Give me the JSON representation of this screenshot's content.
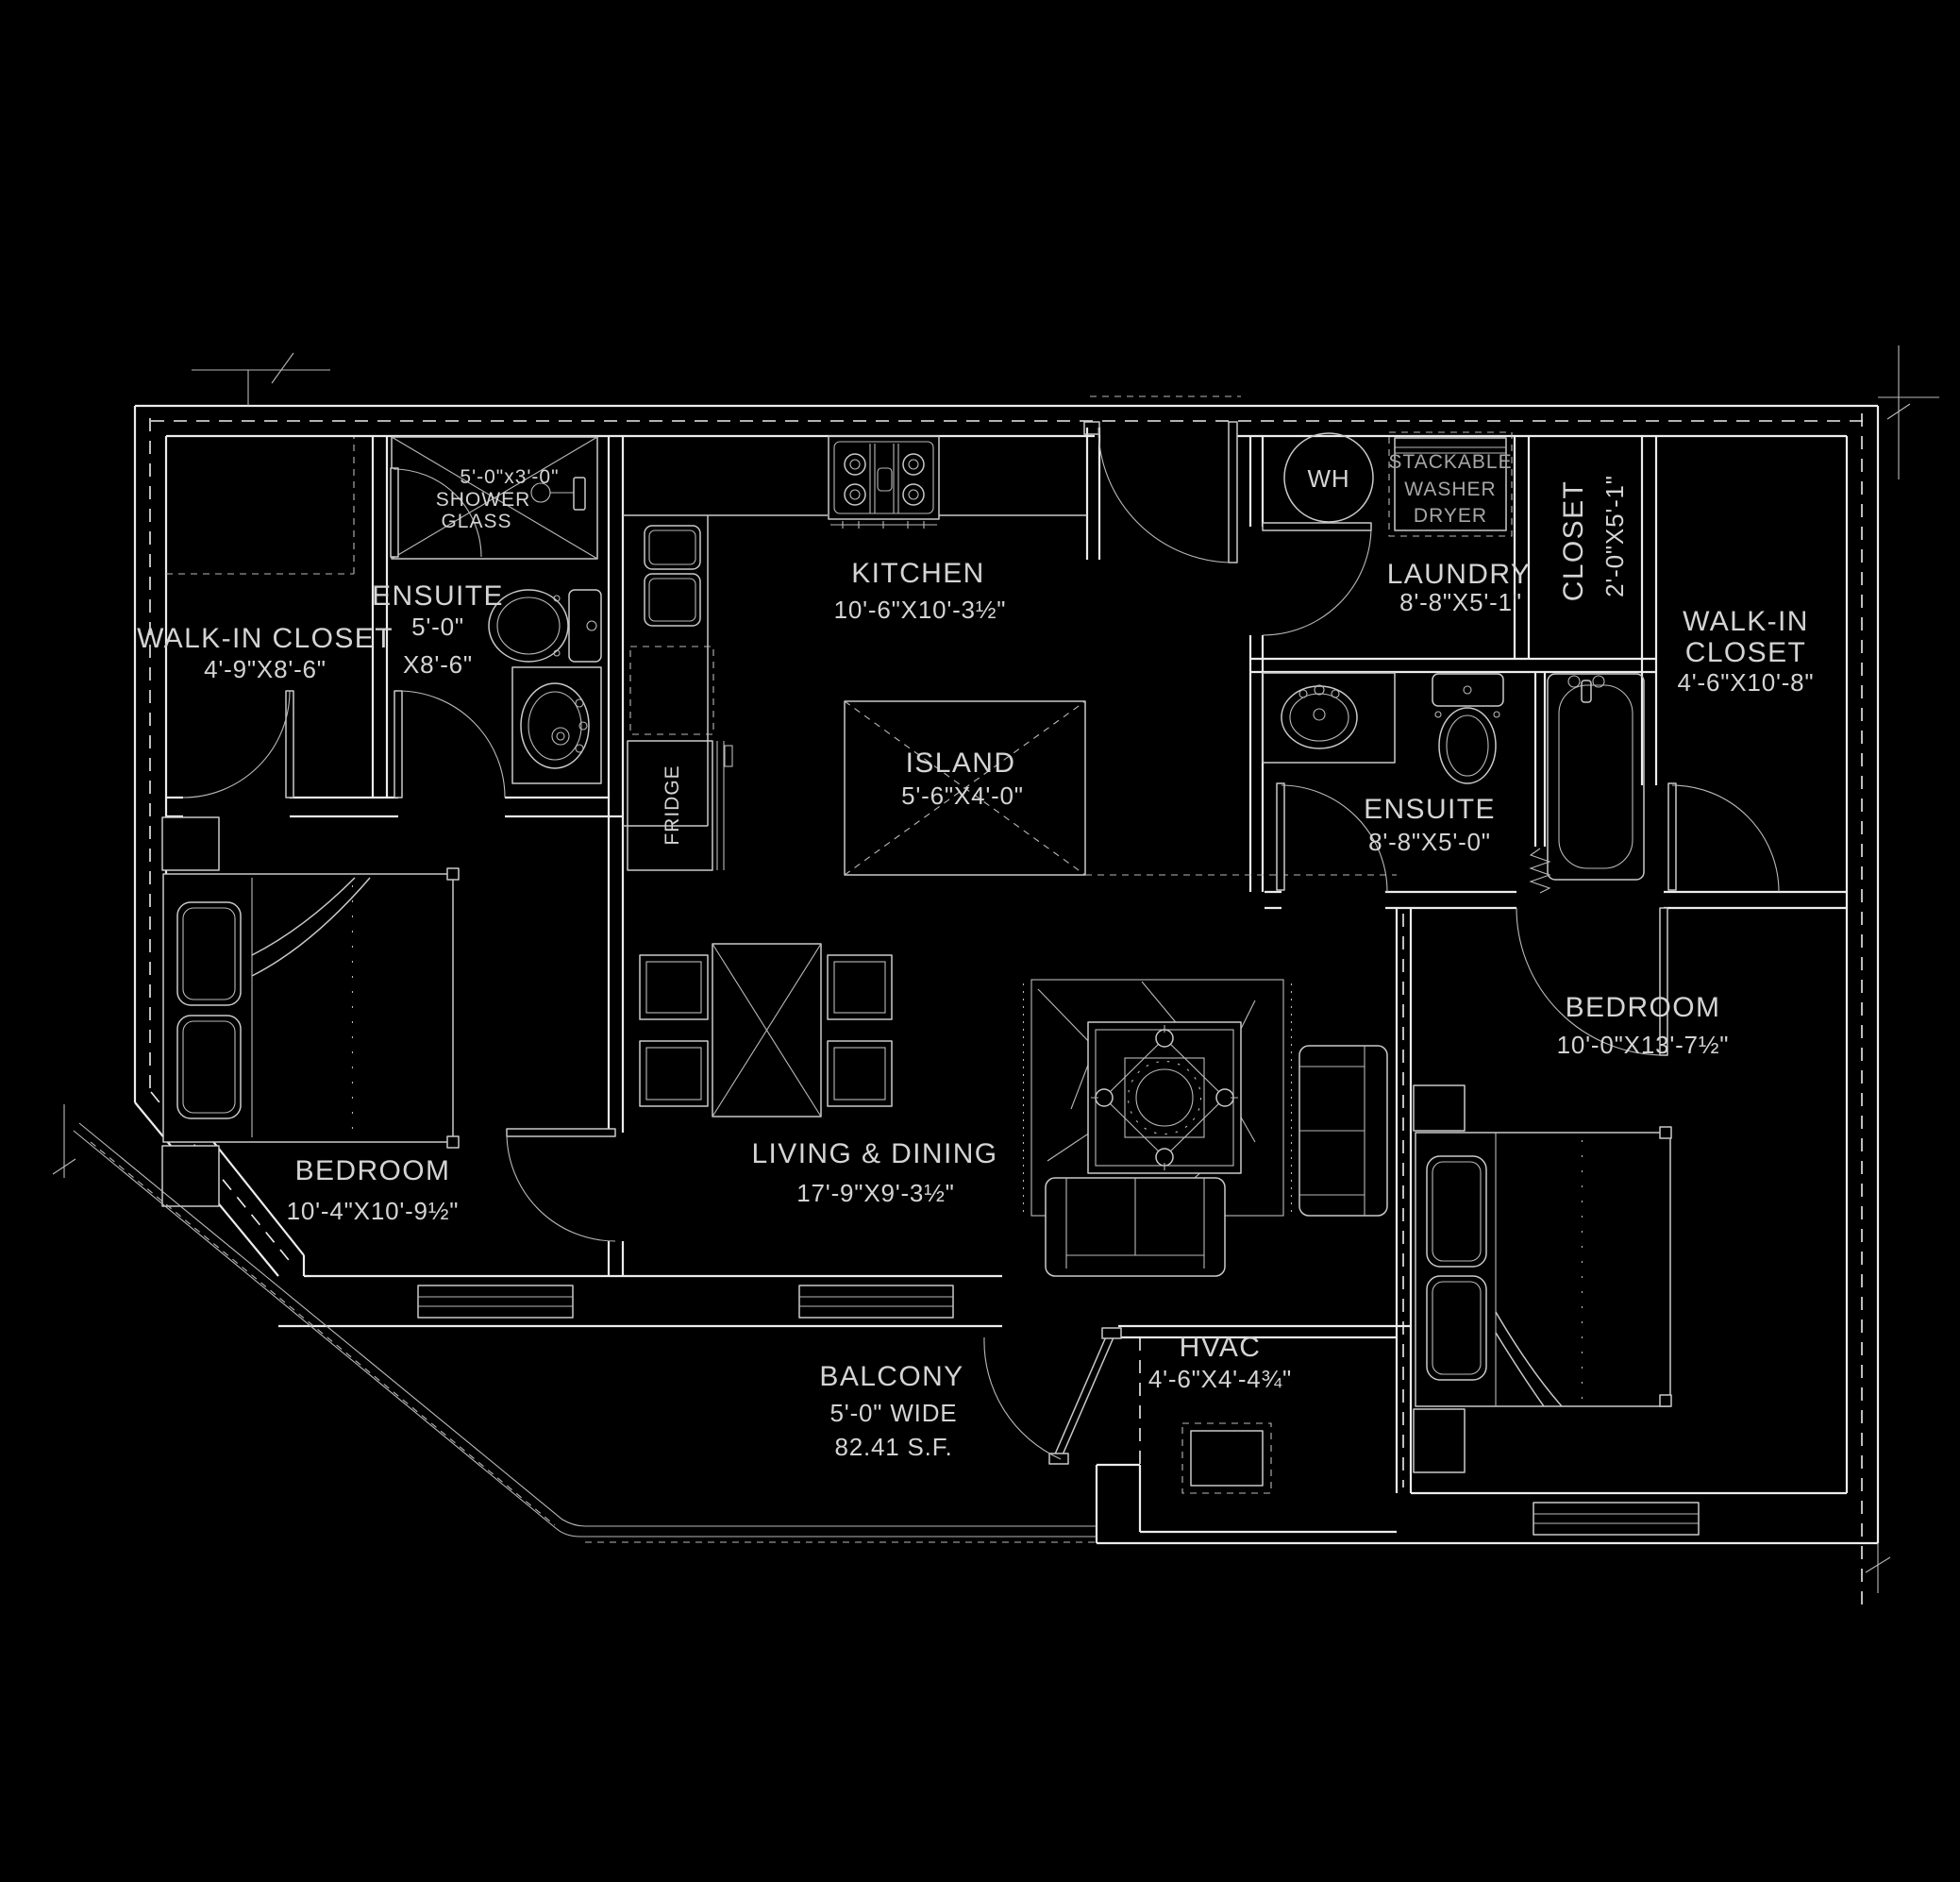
{
  "colors": {
    "background": "#000000",
    "wall_line": "#ececec",
    "fixture_line": "#c9c9c9",
    "text": "#d4d4d4",
    "muted_text": "#a6a6a6"
  },
  "labels": {
    "shower": {
      "l1": "5'-0\"x3'-0\"",
      "l2": "SHOWER",
      "l3": "GLASS"
    },
    "ensuite1": {
      "name": "ENSUITE",
      "d1": "5'-0\"",
      "d2": "X8'-6\""
    },
    "walkin1": {
      "name": "WALK-IN CLOSET",
      "dim": "4'-9\"X8'-6\""
    },
    "kitchen": {
      "name": "KITCHEN",
      "dim": "10'-6\"X10'-3½\""
    },
    "island": {
      "name": "ISLAND",
      "dim": "5'-6\"X4'-0\""
    },
    "fridge": {
      "name": "FRIDGE"
    },
    "water_heater": {
      "name": "WH"
    },
    "washer": {
      "l1": "STACKABLE",
      "l2": "WASHER",
      "l3": "DRYER"
    },
    "laundry": {
      "name": "LAUNDRY",
      "dim": "8'-8\"X5'-1\""
    },
    "closet": {
      "name": "CLOSET",
      "dim": "2'-0\"X5'-1\""
    },
    "walkin2": {
      "n1": "WALK-IN",
      "n2": "CLOSET",
      "dim": "4'-6\"X10'-8\""
    },
    "ensuite2": {
      "name": "ENSUITE",
      "dim": "8'-8\"X5'-0\""
    },
    "bedroom1": {
      "name": "BEDROOM",
      "dim": "10'-4\"X10'-9½\""
    },
    "bedroom2": {
      "name": "BEDROOM",
      "dim": "10'-0\"X13'-7½\""
    },
    "living": {
      "name": "LIVING & DINING",
      "dim": "17'-9\"X9'-3½\""
    },
    "balcony": {
      "name": "BALCONY",
      "d1": "5'-0\" WIDE",
      "d2": "82.41 S.F."
    },
    "hvac": {
      "name": "HVAC",
      "dim": "4'-6\"X4'-4¾\""
    }
  }
}
